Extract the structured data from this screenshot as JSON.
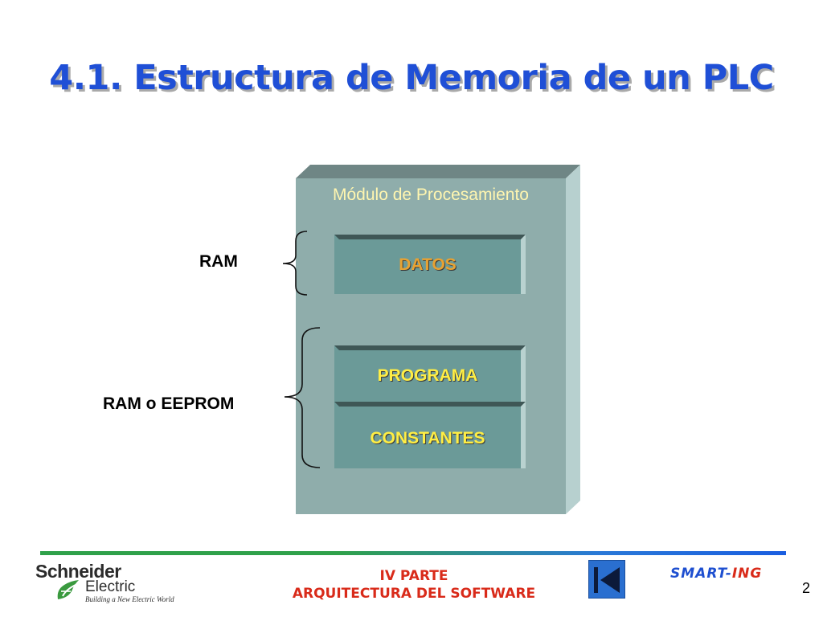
{
  "slide": {
    "title": "4.1. Estructura de Memoria de un PLC",
    "page_number": "2"
  },
  "diagram": {
    "module_label": "Módulo de Procesamiento",
    "blocks": {
      "datos": "DATOS",
      "programa": "PROGRAMA",
      "constantes": "CONSTANTES"
    },
    "brackets": {
      "ram": "RAM",
      "ram_eeprom": "RAM o EEPROM"
    },
    "colors": {
      "module_face": "#8fadab",
      "block_face": "#6b9a98",
      "title_blue": "#1f4fd6",
      "accent_red": "#d92b1a"
    }
  },
  "footer": {
    "brand": {
      "schneider": "Schneider",
      "electric": "Electric",
      "tagline": "Building a New Electric World"
    },
    "part_line1": "IV PARTE",
    "part_line2": "ARQUITECTURA DEL SOFTWARE",
    "nav_icon": "skip-to-start-icon",
    "smart_prefix": "SMART-",
    "smart_suffix": "ING"
  }
}
